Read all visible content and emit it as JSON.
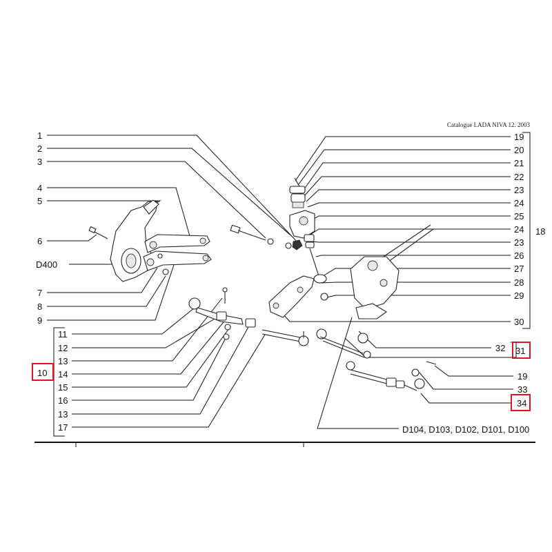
{
  "header": {
    "catalogue": "Catalogue LADA NIVA 12. 2003"
  },
  "left_labels": [
    "1",
    "2",
    "3",
    "4",
    "5",
    "6",
    "D400",
    "7",
    "8",
    "9"
  ],
  "group_left": {
    "items": [
      "11",
      "12",
      "13",
      "14",
      "15",
      "16",
      "13",
      "17"
    ],
    "group": "10"
  },
  "right_labels": [
    "19",
    "20",
    "21",
    "22",
    "23",
    "24",
    "25",
    "24",
    "23",
    "26",
    "27",
    "28",
    "29",
    "30"
  ],
  "group_right": "18",
  "lower_right": {
    "item_32": "32",
    "group_31": "31",
    "item_19": "19",
    "item_33": "33",
    "item_34": "34"
  },
  "footer_refs": "D104, D103, D102, D101, D100",
  "highlights": [
    "10",
    "31",
    "34"
  ]
}
